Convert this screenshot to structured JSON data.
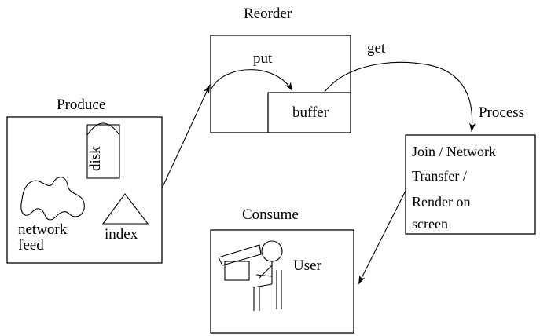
{
  "stages": {
    "produce": {
      "title": "Produce",
      "disk_label": "disk",
      "network_label_line1": "network",
      "network_label_line2": "feed",
      "index_label": "index"
    },
    "reorder": {
      "title": "Reorder",
      "buffer_label": "buffer",
      "put_label": "put"
    },
    "get_label": "get",
    "process": {
      "title": "Process",
      "lines": [
        "Join / Network",
        "Transfer /",
        "Render on",
        "screen"
      ]
    },
    "consume": {
      "title": "Consume",
      "user_label": "User"
    }
  }
}
